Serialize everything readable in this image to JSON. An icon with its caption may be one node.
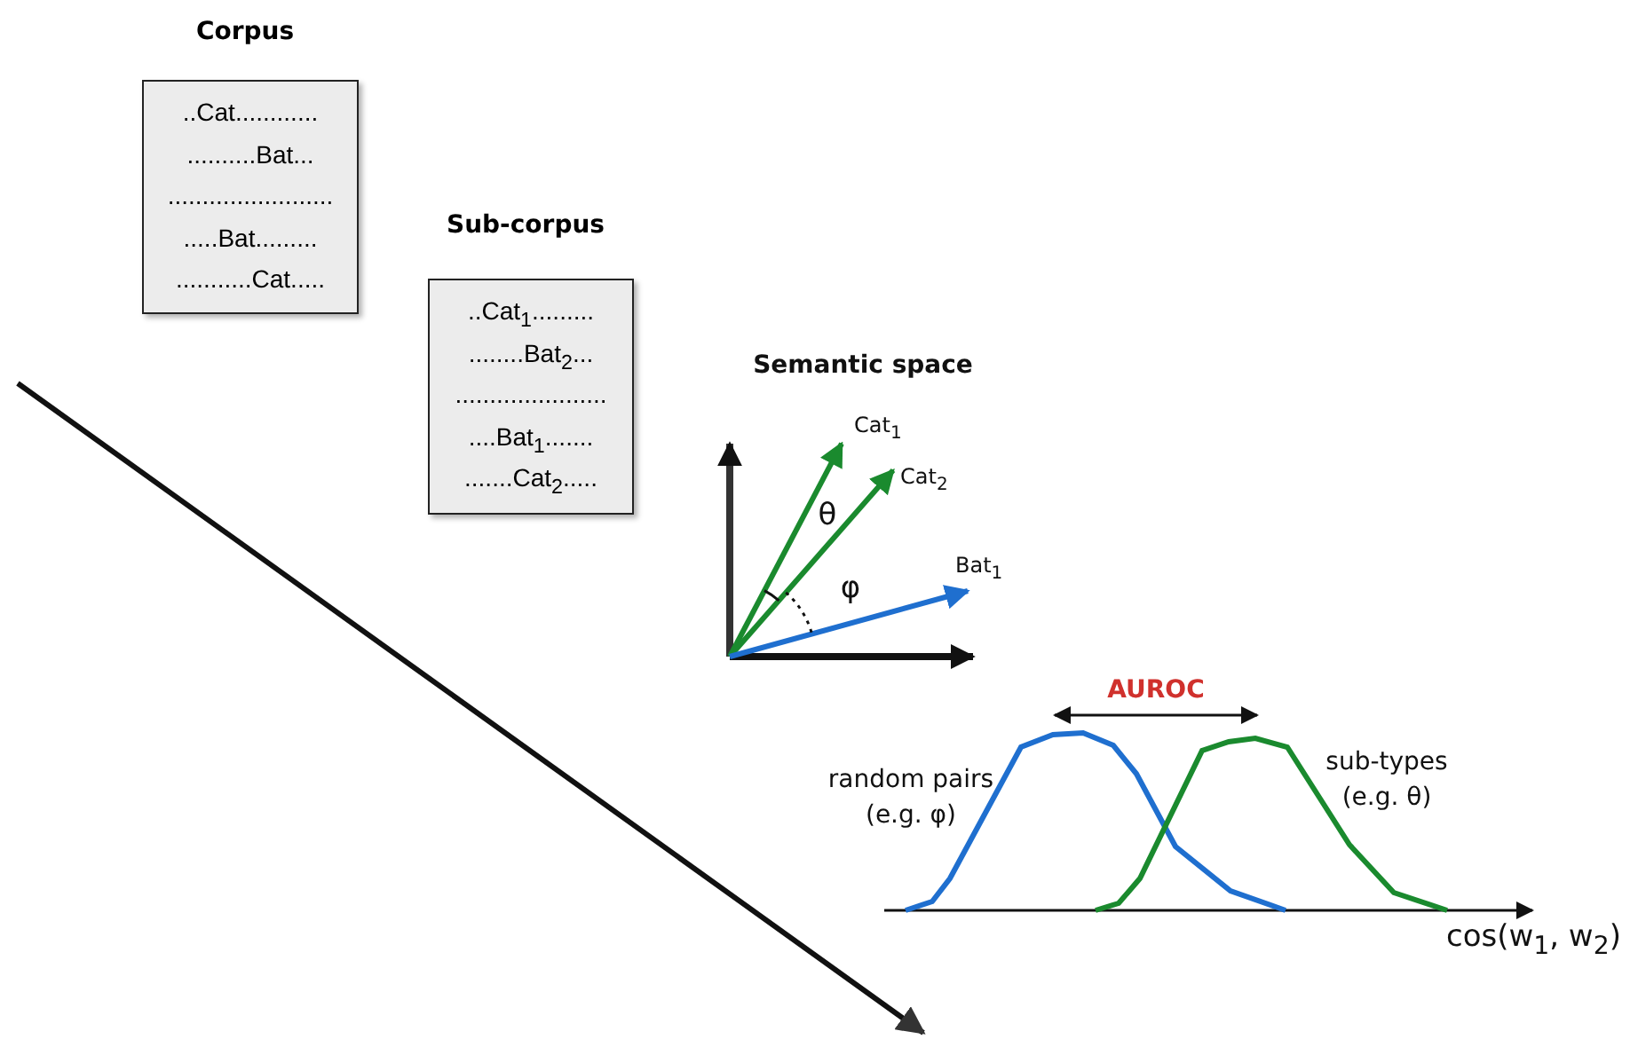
{
  "diagram": {
    "nodes": [
      {
        "text": [
          "Corpus",
          "..Cat............",
          "..........Bat...",
          "........................",
          ".....Bat.........",
          "...........Cat....."
        ]
      },
      {
        "text": [
          "Sub-corpus",
          "..Cat$_{1}$.........",
          "........Bat$_{2}$...",
          "......................",
          "....Bat$_{1}$.......",
          ".......Cat$_{2}$....."
        ]
      }
    ],
    "labels": [
      "Semantic space",
      "Cat$_{1}$",
      "Cat$_{2}$",
      "θ",
      "φ",
      "Bat$_{1}$",
      "AUROC",
      "random pairs (e.g. φ)",
      "sub-types (e.g. θ)",
      "cos(w$_{1}$, w$_{2}$)"
    ]
  }
}
